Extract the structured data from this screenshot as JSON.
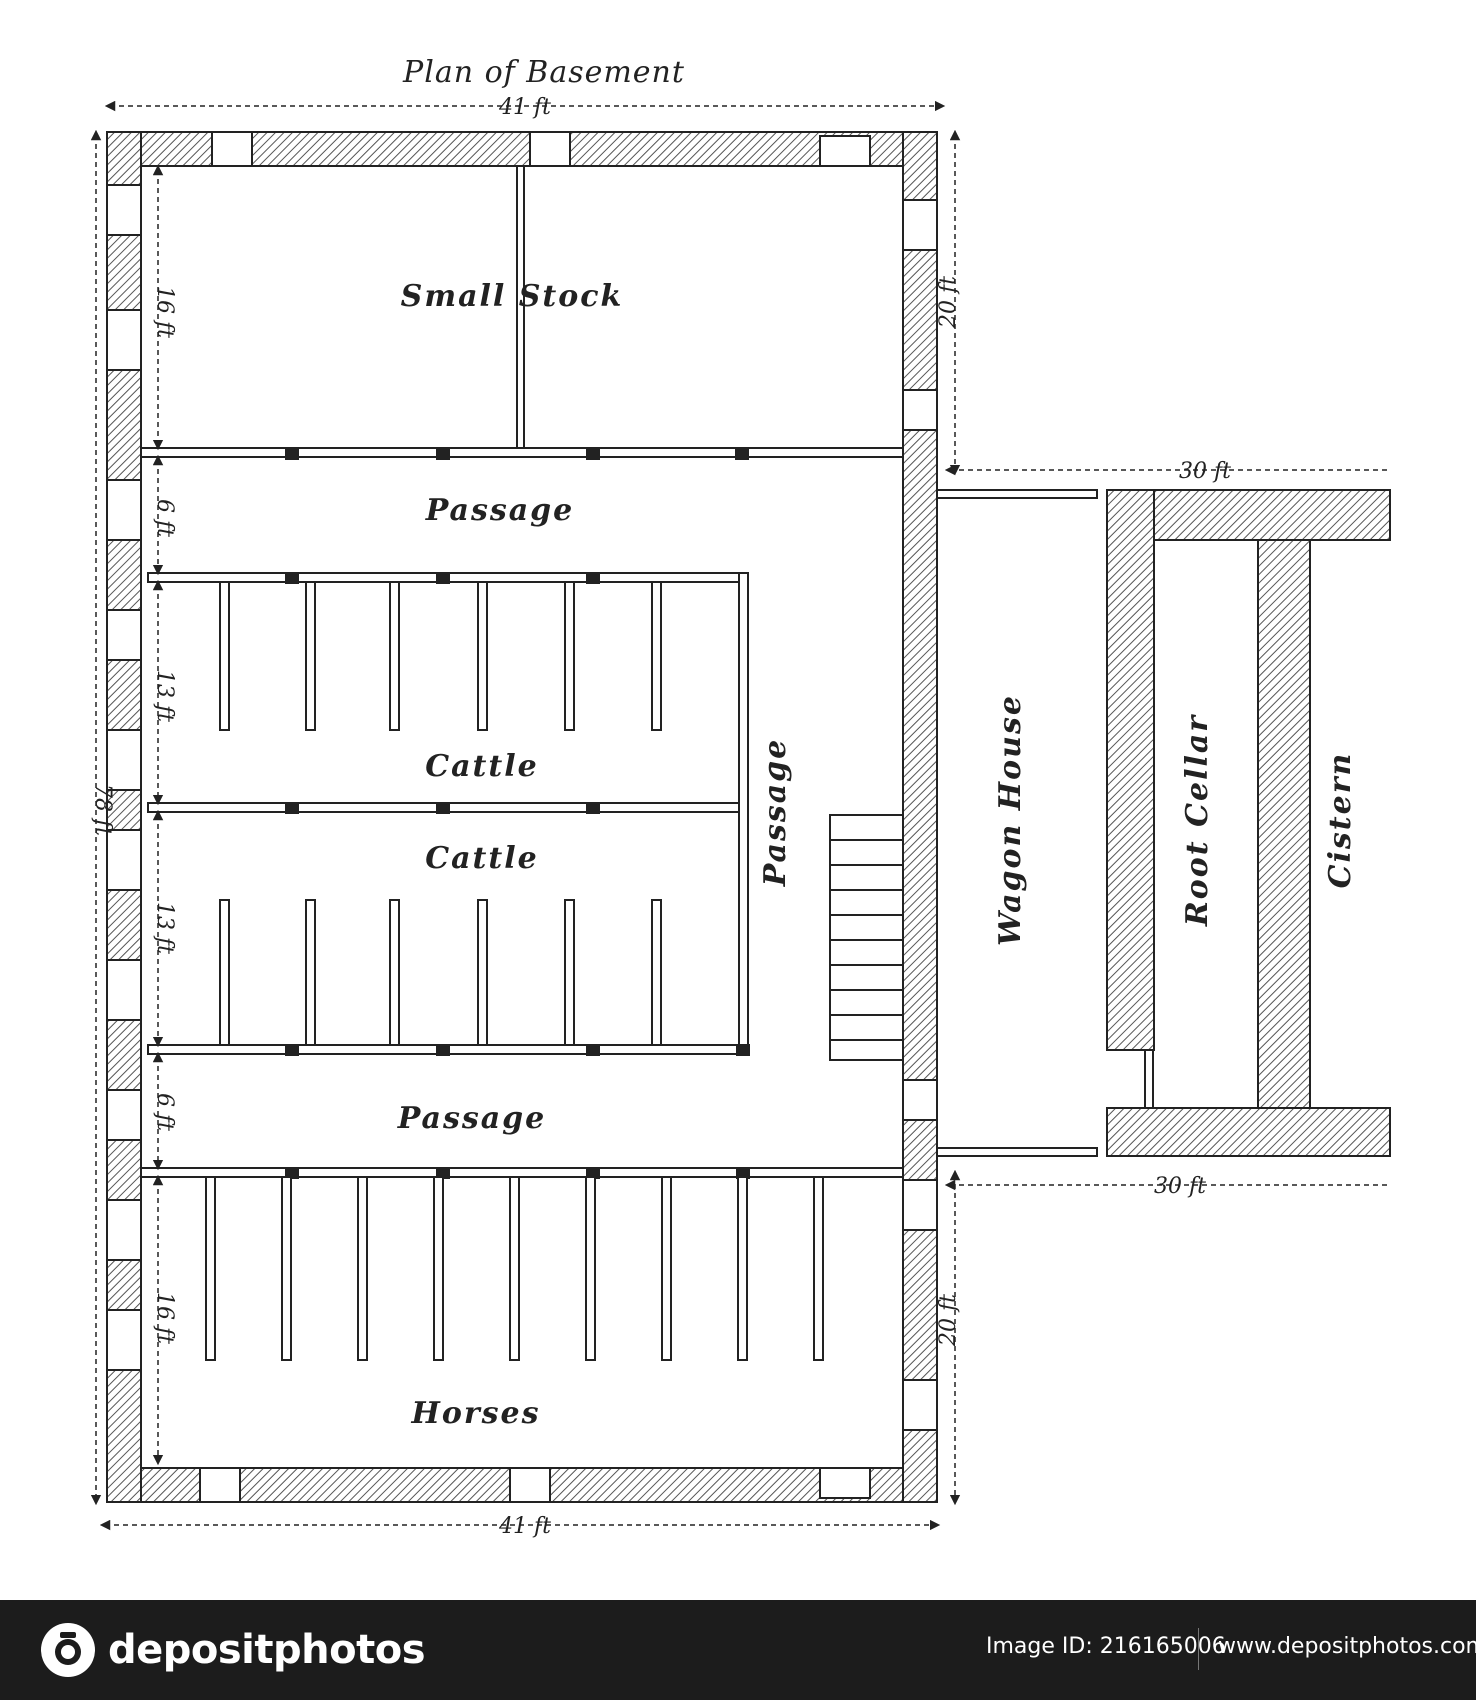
{
  "title": "Plan of Basement",
  "rooms": {
    "small_stock": "Small Stock",
    "passage_top": "Passage",
    "cattle_1": "Cattle",
    "cattle_2": "Cattle",
    "passage_side": "Passage",
    "passage_bottom": "Passage",
    "horses": "Horses",
    "wagon_house": "Wagon House",
    "root_cellar": "Root Cellar",
    "cistern": "Cistern"
  },
  "dimensions": {
    "width_top": "41 ft",
    "width_bottom": "41 ft",
    "height_left": "78 ft",
    "small_stock_depth": "16 ft",
    "passage_top_width": "6 ft",
    "cattle_1_depth": "13 ft",
    "cattle_2_depth": "13 ft",
    "passage_bottom_width": "6 ft",
    "horses_depth": "16 ft",
    "right_top": "20 ft",
    "right_bottom": "20 ft",
    "annex_top": "30 ft",
    "annex_bottom": "30 ft"
  },
  "footer": {
    "brand": "depositphotos",
    "image_id": "Image ID: 216165006",
    "site": "www.depositphotos.com"
  },
  "colors": {
    "ink": "#222222",
    "footer_bg": "#1c1c1c",
    "footer_text": "#ffffff"
  }
}
